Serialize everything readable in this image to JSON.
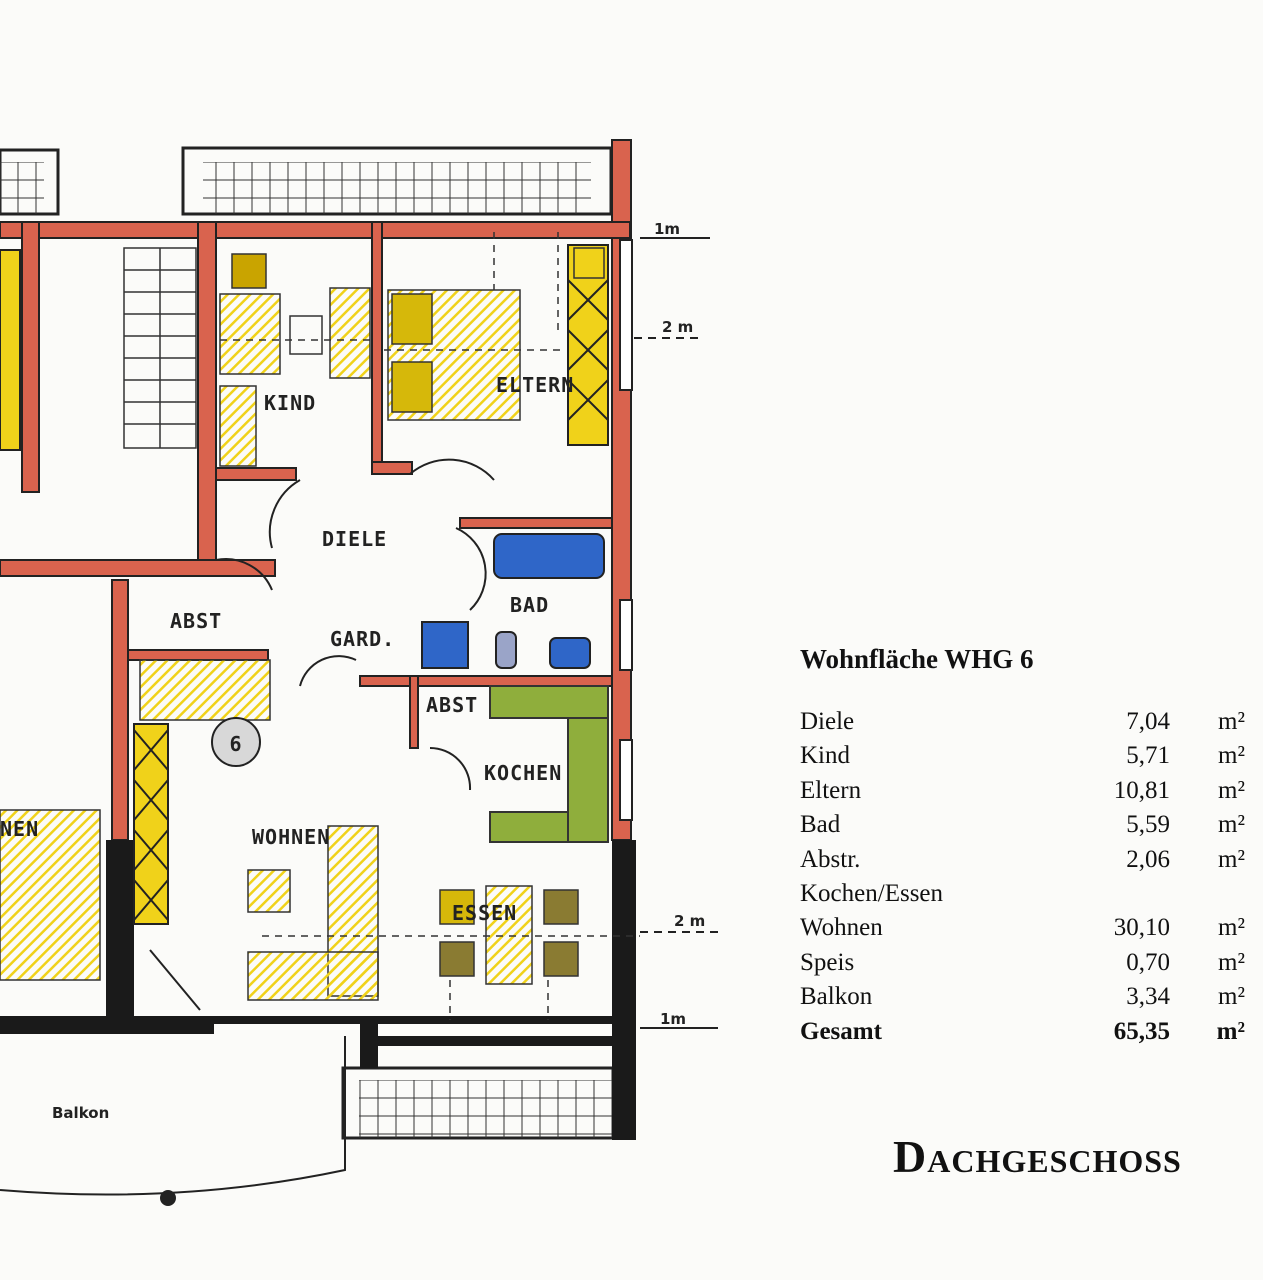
{
  "plan": {
    "rooms": {
      "kind": "KIND",
      "eltern": "ELTERN",
      "diele": "DIELE",
      "bad": "BAD",
      "abst_left": "ABST",
      "gard": "GARD.",
      "abst_center": "ABST",
      "kochen": "KOCHEN",
      "wohnen": "WOHNEN",
      "essen": "ESSEN",
      "nen": "NEN",
      "balkon": "Balkon"
    },
    "unit_number": "6",
    "dimensions": {
      "top_1m": "1m",
      "top_2m": "2 m",
      "bottom_2m": "2 m",
      "bottom_1m": "1m"
    },
    "colors": {
      "wall": "#d9634e",
      "furniture_yellow": "#f0d21a",
      "bath_blue": "#2f66c8",
      "kitchen_green": "#8fae3c",
      "outline": "#1a1a1a"
    }
  },
  "areas": {
    "title": "Wohnfläche WHG 6",
    "rows": [
      {
        "name": "Diele",
        "value": "7,04",
        "unit": "m²"
      },
      {
        "name": "Kind",
        "value": "5,71",
        "unit": "m²"
      },
      {
        "name": "Eltern",
        "value": "10,81",
        "unit": "m²"
      },
      {
        "name": "Bad",
        "value": "5,59",
        "unit": "m²"
      },
      {
        "name": "Abstr.",
        "value": "2,06",
        "unit": "m²"
      },
      {
        "name": "Kochen/Essen",
        "value": "",
        "unit": ""
      },
      {
        "name": "Wohnen",
        "value": "30,10",
        "unit": "m²"
      },
      {
        "name": "Speis",
        "value": "0,70",
        "unit": "m²"
      },
      {
        "name": "Balkon",
        "value": "3,34",
        "unit": "m²"
      }
    ],
    "total": {
      "name": "Gesamt",
      "value": "65,35",
      "unit": "m²"
    }
  },
  "floor_title": "Dachgeschoss"
}
